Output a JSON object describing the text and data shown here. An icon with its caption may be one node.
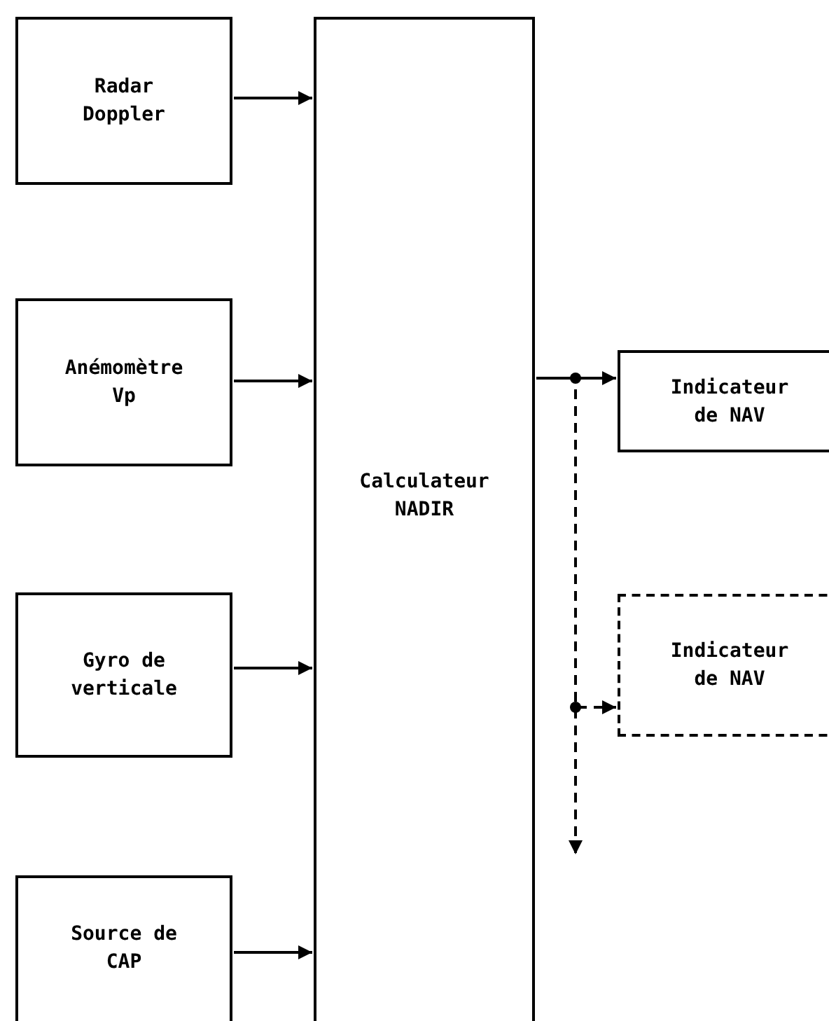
{
  "diagram": {
    "nodes": [
      {
        "text": [
          "Radar Doppler"
        ]
      },
      {
        "text": [
          "Anémomètre Vp"
        ]
      },
      {
        "text": [
          "Gyro de verticale"
        ]
      },
      {
        "text": [
          "Source de CAP"
        ]
      },
      {
        "text": [
          "Calculateur NADIR"
        ]
      },
      {
        "text": [
          "Indicateur de NAV"
        ]
      },
      {
        "text": [
          "Indicateur de NAV"
        ]
      }
    ],
    "edges": [
      {
        "from": 0,
        "to": 4,
        "arrow": "to"
      },
      {
        "from": 1,
        "to": 4,
        "arrow": "to"
      },
      {
        "from": 2,
        "to": 4,
        "arrow": "to"
      },
      {
        "from": 3,
        "to": 4,
        "arrow": "to"
      },
      {
        "from": 4,
        "to": 5,
        "arrow": "to"
      },
      {
        "from": 4,
        "to": 6,
        "arrow": "to",
        "style": "dashed"
      },
      {
        "from": 4,
        "to": null,
        "arrow": "to",
        "style": "dashed"
      }
    ]
  }
}
